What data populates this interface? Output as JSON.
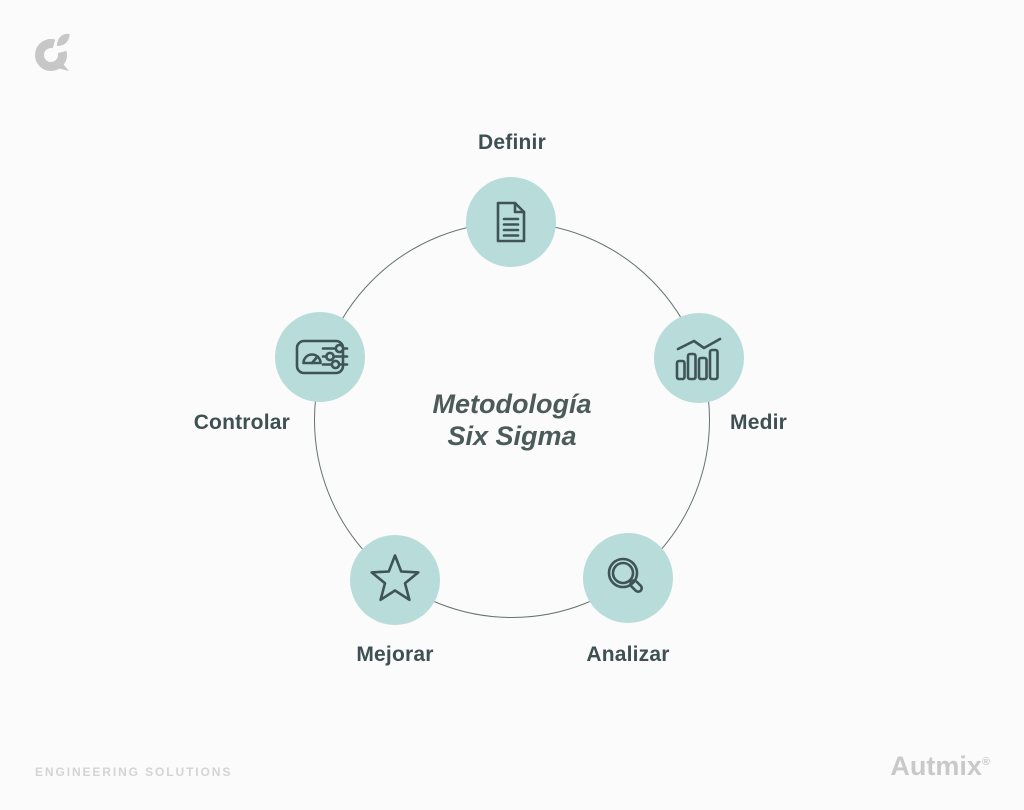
{
  "page": {
    "background": "#fbfbfb"
  },
  "brand": {
    "mark_icon": "autmix-mark-icon",
    "mark_color": "#c7c7c7",
    "footer_left": "ENGINEERING SOLUTIONS",
    "footer_right": "Autmix",
    "footer_right_symbol": "®"
  },
  "diagram": {
    "center_title_line1": "Metodología",
    "center_title_line2": "Six Sigma",
    "colors": {
      "node_fill": "#b8dcda",
      "icon_stroke": "#3f5456",
      "ring_stroke": "#657273",
      "label_text": "#3f5052",
      "title_text": "#4c5b5a"
    },
    "nodes": [
      {
        "id": "definir",
        "label": "Definir",
        "icon": "document-icon"
      },
      {
        "id": "medir",
        "label": "Medir",
        "icon": "bar-chart-icon"
      },
      {
        "id": "analizar",
        "label": "Analizar",
        "icon": "magnifier-icon"
      },
      {
        "id": "mejorar",
        "label": "Mejorar",
        "icon": "star-icon"
      },
      {
        "id": "controlar",
        "label": "Controlar",
        "icon": "gauge-sliders-icon"
      }
    ]
  }
}
